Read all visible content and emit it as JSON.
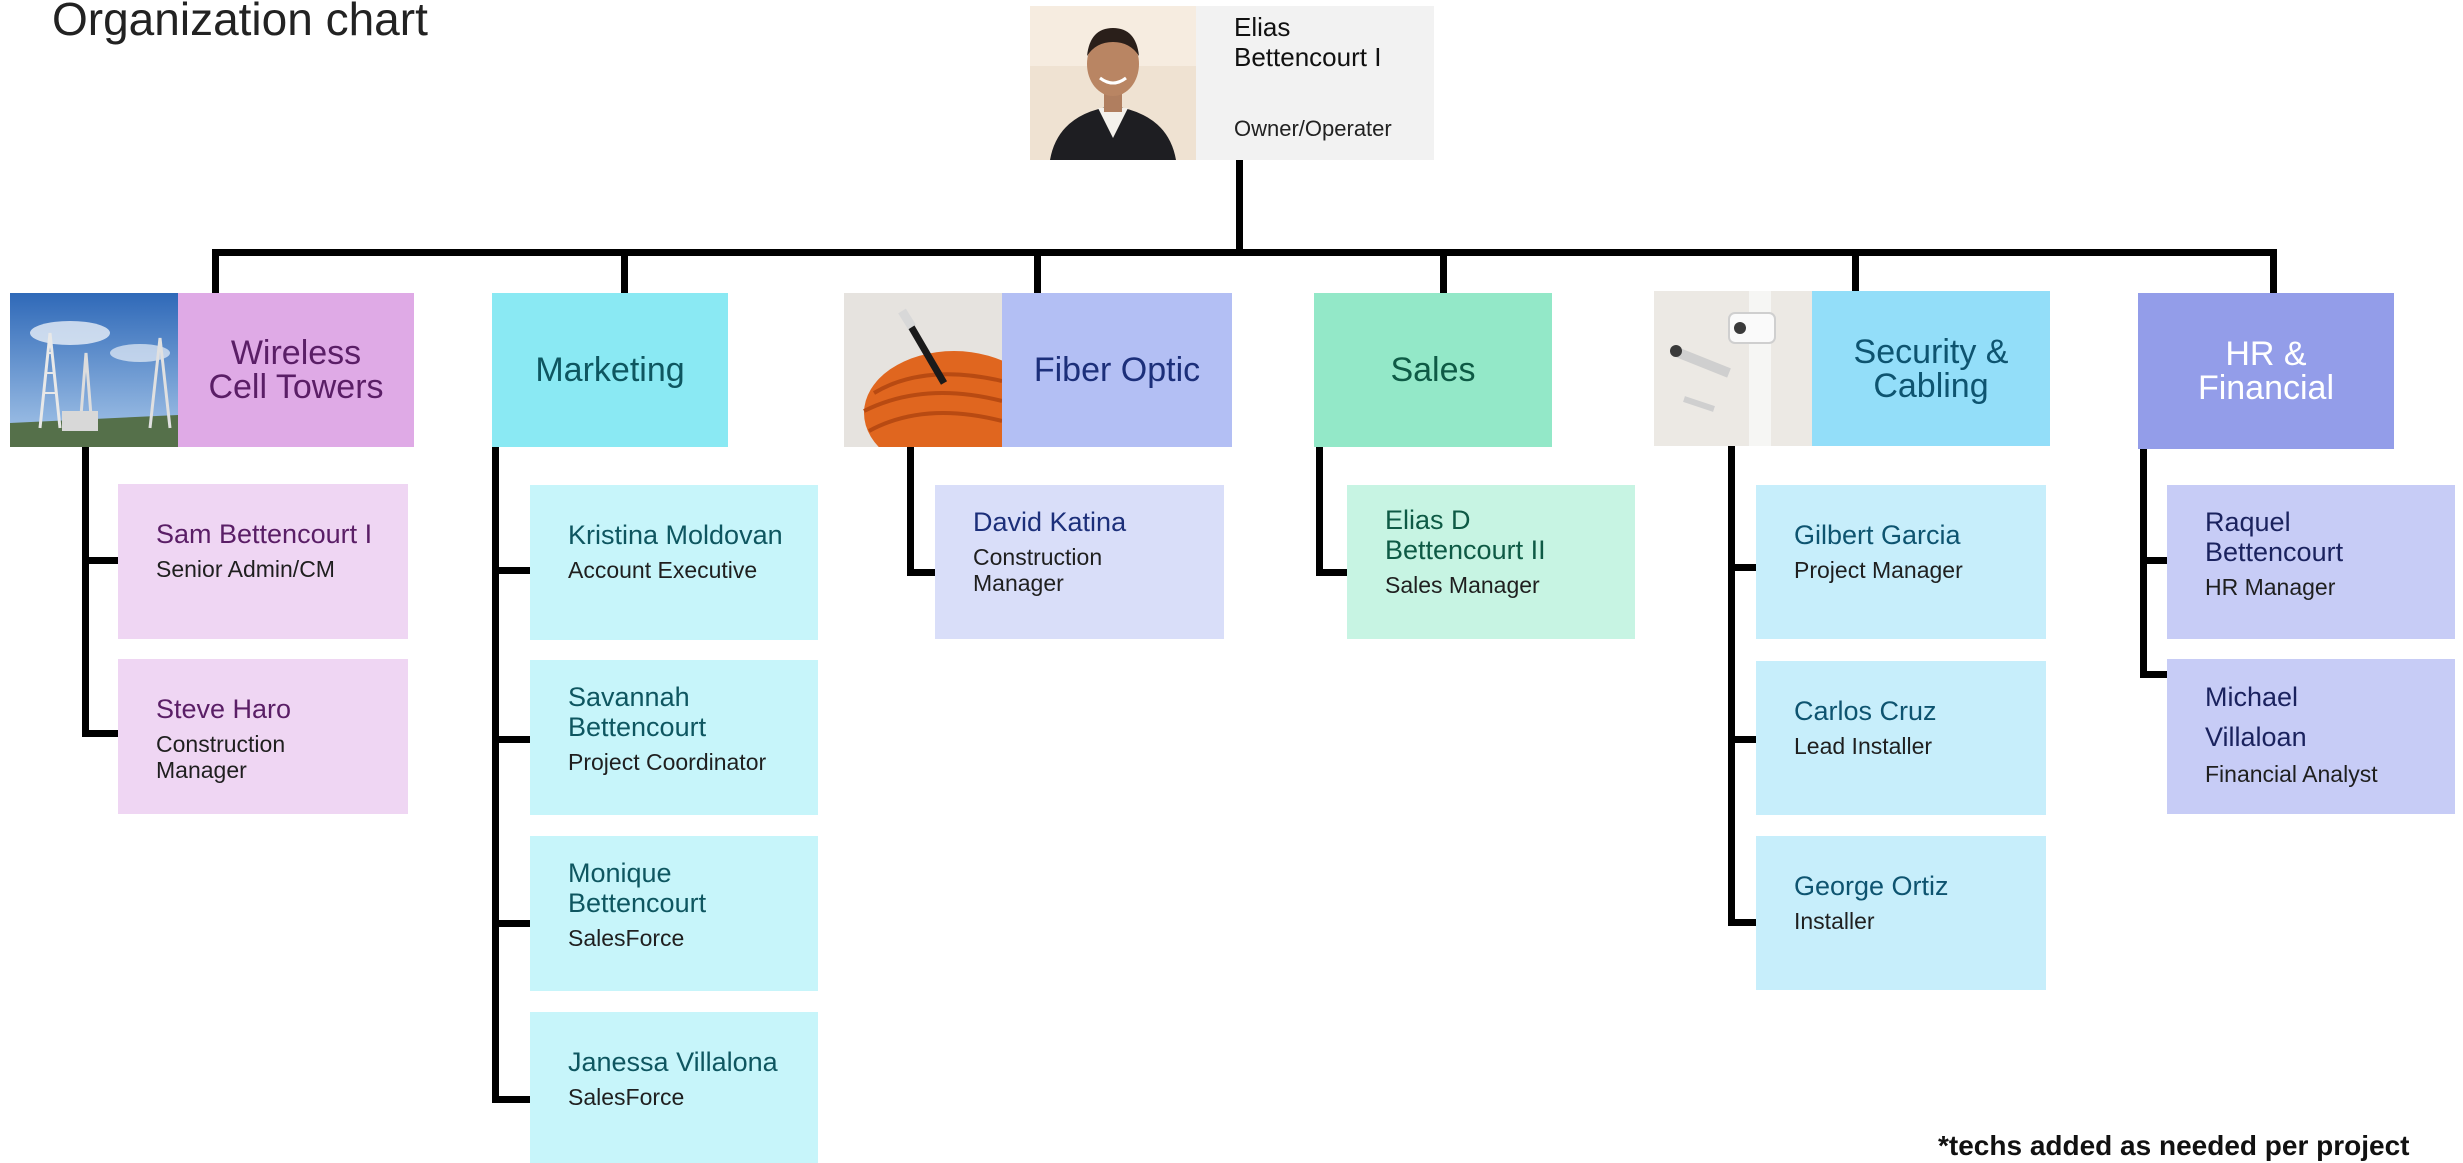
{
  "title": "Organization chart",
  "footnote": "*techs added as needed per project",
  "ceo": {
    "name": "Elias Bettencourt I",
    "title": "Owner/Operater"
  },
  "colors": {
    "connector": "#000000",
    "wireless_header": "#dfaae6",
    "wireless_card": "#efd6f3",
    "wireless_text": "#5a1e66",
    "marketing_header": "#8ae9f3",
    "marketing_card": "#c7f5fa",
    "marketing_text": "#0e5660",
    "fiber_header": "#b3bff4",
    "fiber_card": "#d9def9",
    "fiber_text": "#1c2f7a",
    "sales_header": "#93e8c8",
    "sales_card": "#c7f4e3",
    "sales_text": "#0e5a45",
    "security_header": "#93def9",
    "security_card": "#c7eefb",
    "security_text": "#0e5470",
    "hr_header": "#939de9",
    "hr_card": "#c7ccf6",
    "hr_text": "#1a225e"
  },
  "departments": [
    {
      "name": "Wireless Cell Towers",
      "name_lines": [
        "Wireless",
        "Cell Towers"
      ],
      "photo": "cell-towers-photo",
      "members": [
        {
          "name": "Sam Bettencourt I",
          "title": "Senior Admin/CM"
        },
        {
          "name": "Steve Haro",
          "title": "Construction Manager"
        }
      ]
    },
    {
      "name": "Marketing",
      "name_lines": [
        "Marketing"
      ],
      "members": [
        {
          "name": "Kristina Moldovan",
          "title": "Account Executive"
        },
        {
          "name": "Savannah Bettencourt",
          "title": "Project Coordinator"
        },
        {
          "name": "Monique Bettencourt",
          "title": "SalesForce"
        },
        {
          "name": "Janessa Villalona",
          "title": "SalesForce"
        }
      ]
    },
    {
      "name": "Fiber Optic",
      "name_lines": [
        "Fiber Optic"
      ],
      "photo": "fiber-cable-photo",
      "members": [
        {
          "name": "David Katina",
          "title": "Construction Manager"
        }
      ]
    },
    {
      "name": "Sales",
      "name_lines": [
        "Sales"
      ],
      "members": [
        {
          "name": "Elias D Bettencourt II",
          "title": "Sales Manager"
        }
      ]
    },
    {
      "name": "Security & Cabling",
      "name_lines": [
        "Security &",
        "Cabling"
      ],
      "photo": "security-camera-photo",
      "members": [
        {
          "name": "Gilbert Garcia",
          "title": "Project Manager"
        },
        {
          "name": "Carlos Cruz",
          "title": "Lead Installer"
        },
        {
          "name": "George Ortiz",
          "title": "Installer"
        }
      ]
    },
    {
      "name": "HR & Financial",
      "name_lines": [
        "HR &",
        "Financial"
      ],
      "members": [
        {
          "name": "Raquel Bettencourt",
          "title": "HR Manager"
        },
        {
          "name": "Michael Villaloan",
          "title": "Financial Analyst"
        }
      ]
    }
  ]
}
